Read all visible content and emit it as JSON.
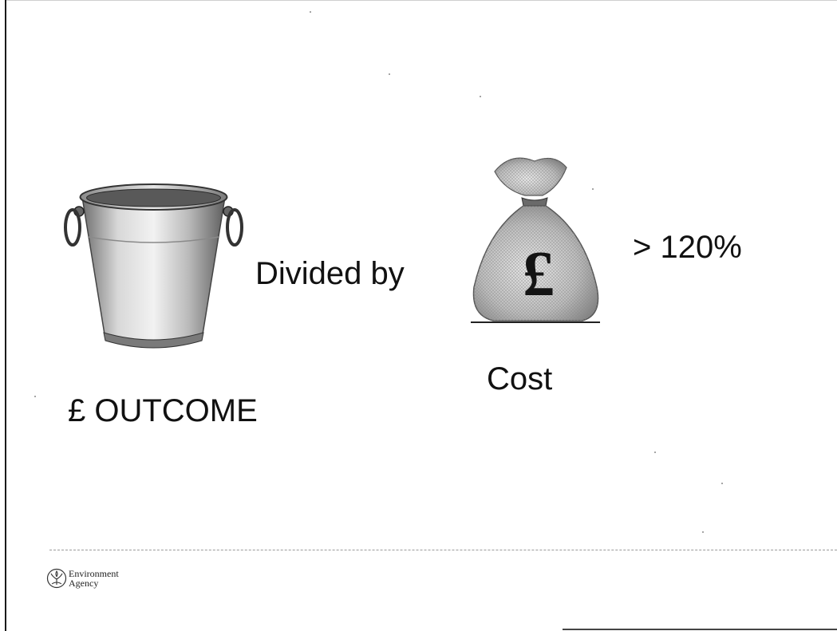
{
  "slide": {
    "outcome_label": "£ OUTCOME",
    "operator_label": "Divided by",
    "cost_label": "Cost",
    "ratio_label": "> 120%",
    "currency_symbol": "£"
  },
  "footer": {
    "logo_line1": "Environment",
    "logo_line2": "Agency"
  },
  "icons": {
    "outcome_image": "ice-bucket-icon",
    "cost_image": "money-bag-icon",
    "logo": "environment-agency-logo-icon"
  }
}
